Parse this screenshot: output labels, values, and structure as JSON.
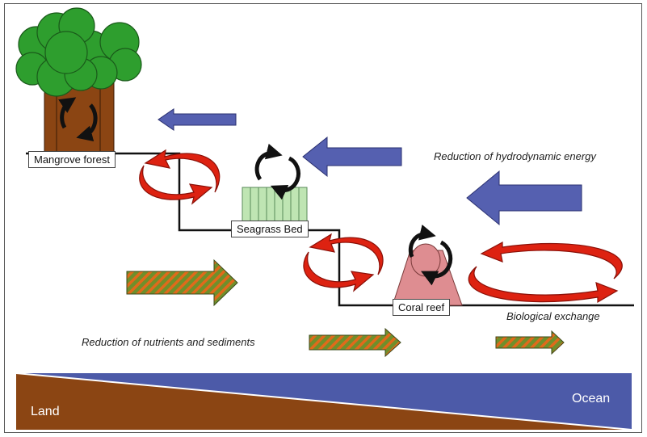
{
  "labels": {
    "mangrove": "Mangrove forest",
    "seagrass": "Seagrass Bed",
    "coral": "Coral reef"
  },
  "captions": {
    "hydro": "Reduction of hydrodynamic energy",
    "nutrients": "Reduction of nutrients and sediments",
    "bio": "Biological exchange"
  },
  "band": {
    "land": "Land",
    "ocean": "Ocean"
  },
  "colors": {
    "land": "#8b4513",
    "ocean": "#4c5aa8",
    "blue_arrow": "#5560b0",
    "red_arrow": "#dd2211",
    "green_arrow": "#6f8f2b",
    "orange_stripe": "#e06a1b",
    "tree_crown": "#2e9e2e",
    "trunk": "#8b4513",
    "seagrass": "#bfe5b3",
    "coral": "#de8d91"
  },
  "icons": [
    "tree-icon",
    "cycle-arrow-icon",
    "blue-arrow-icon",
    "red-loop-arrow-icon",
    "striped-arrow-icon"
  ]
}
